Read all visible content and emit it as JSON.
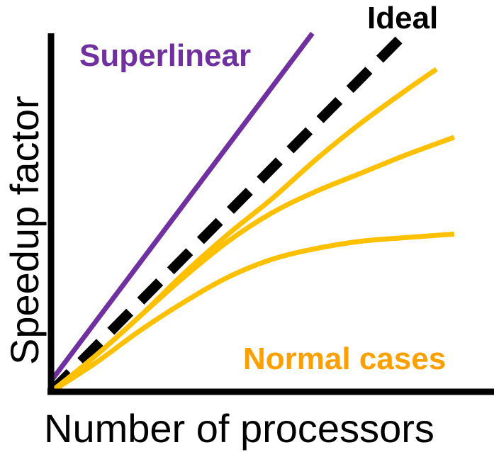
{
  "chart_data": {
    "type": "line",
    "title": "",
    "xlabel": "Number of processors",
    "ylabel": "Speedup factor",
    "xlim": [
      0,
      100
    ],
    "ylim": [
      0,
      100
    ],
    "grid": false,
    "legend": "none",
    "series": [
      {
        "name": "Superlinear",
        "color": "#7030a0",
        "style": "solid",
        "x": [
          0,
          59
        ],
        "y": [
          3,
          100
        ]
      },
      {
        "name": "Ideal",
        "color": "#000000",
        "style": "dashed",
        "x": [
          0,
          80
        ],
        "y": [
          0,
          100
        ]
      },
      {
        "name": "Normal cases",
        "color": "#ffc000",
        "style": "solid",
        "x": [
          0,
          10,
          20,
          30,
          40,
          50,
          60,
          70,
          80,
          87
        ],
        "y": [
          0,
          10,
          21,
          33,
          44,
          54,
          65,
          75,
          84,
          90
        ]
      },
      {
        "name": "",
        "color": "#ffc000",
        "style": "solid",
        "x": [
          0,
          10,
          20,
          30,
          40,
          50,
          60,
          70,
          80,
          91
        ],
        "y": [
          0,
          10,
          21,
          32,
          42,
          50,
          56,
          61,
          66,
          71
        ]
      },
      {
        "name": "",
        "color": "#ffc000",
        "style": "solid",
        "x": [
          0,
          10,
          20,
          30,
          40,
          50,
          60,
          70,
          80,
          91
        ],
        "y": [
          0,
          8,
          17,
          25,
          32,
          37,
          40,
          42,
          43,
          44
        ]
      }
    ],
    "annotations": [
      {
        "text": "Superlinear",
        "color": "#7030a0"
      },
      {
        "text": "Ideal",
        "color": "#000000"
      },
      {
        "text": "Normal cases",
        "color": "#ffa000"
      }
    ]
  }
}
